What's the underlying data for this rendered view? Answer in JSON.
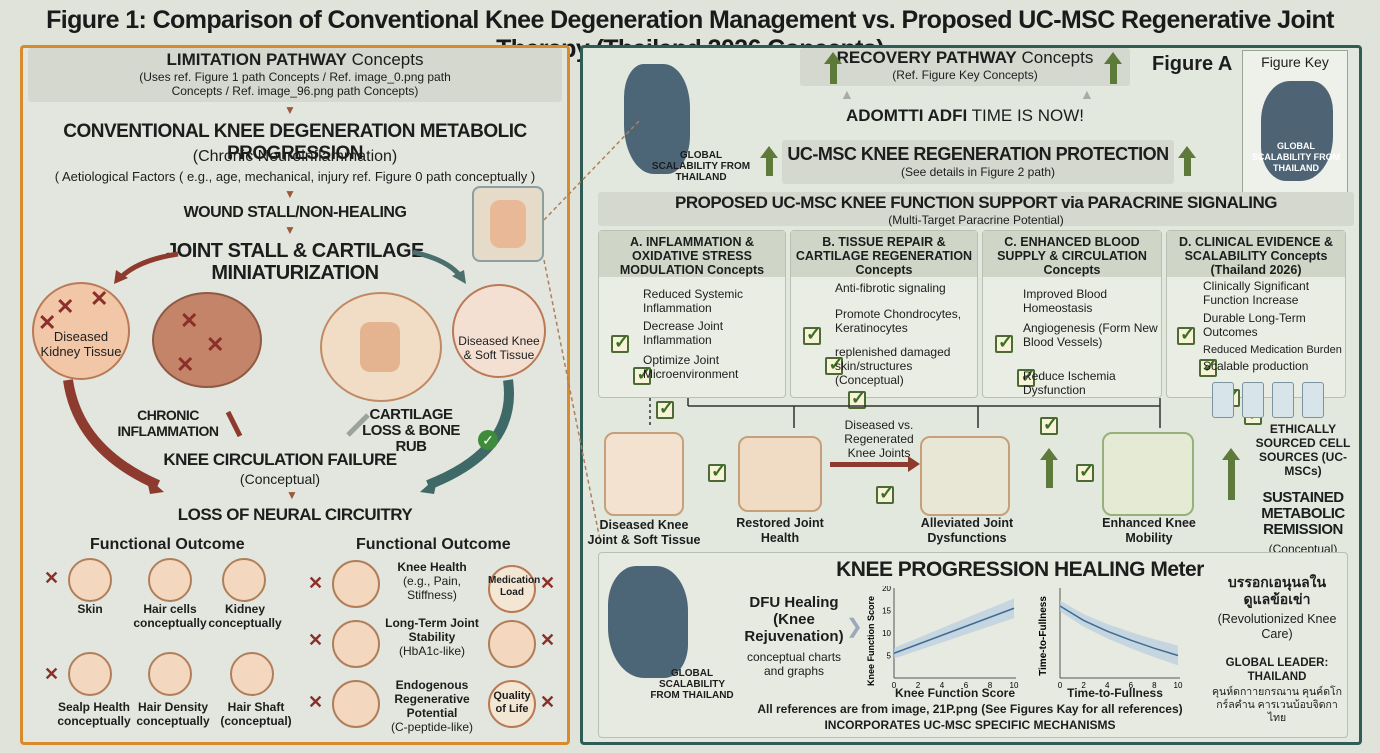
{
  "title": "Figure 1: Comparison of Conventional Knee Degeneration Management vs. Proposed UC-MSC Regenerative Joint Therapy (Thailand 2026 Concepts)",
  "left": {
    "limitation_title": "LIMITATION PATHWAY",
    "limitation_suffix": "Concepts",
    "limitation_sub": "(Uses ref. Figure 1 path Concepts / Ref. image_0.png path Concepts / Ref. image_96.png path Concepts)",
    "progression_title": "CONVENTIONAL KNEE DEGENERATION METABOLIC PROGRESSION",
    "progression_sub1": "(Chronic Neuroinflammation)",
    "progression_sub2": "( Aetiological Factors ( e.g., age, mechanical, injury ref. Figure 0 path conceptually )",
    "wound_stall": "WOUND STALL/NON-HEALING",
    "joint_stall": "JOINT STALL & CARTILAGE MINIATURIZATION",
    "diseased_kidney": "Diseased Kidney Tissue",
    "diseased_knee_soft": "Diseased Knee & Soft Tissue",
    "chronic_inflammation": "CHRONIC INFLAMMATION",
    "cartilage_loss": "CARTILAGE LOSS & BONE RUB",
    "circulation_failure": "KNEE CIRCULATION FAILURE",
    "circulation_conceptual": "(Conceptual)",
    "neural_loss": "LOSS OF NEURAL CIRCUITRY",
    "func_outcome_left": "Functional Outcome",
    "func_outcome_right": "Functional Outcome",
    "outcomes_left": [
      {
        "label": "Skin"
      },
      {
        "label": "Hair cells conceptually"
      },
      {
        "label": "Kidney conceptually"
      },
      {
        "label": "Sealp Health conceptually"
      },
      {
        "label": "Hair Density conceptually"
      },
      {
        "label": "Hair Shaft (conceptual)"
      }
    ],
    "outcomes_right": [
      {
        "title": "Knee Health",
        "sub": "(e.g., Pain, Stiffness)"
      },
      {
        "title": "Long-Term Joint Stability",
        "sub": "(HbA1c-like)"
      },
      {
        "title": "Endogenous Regenerative Potential",
        "sub": "(C-peptide-like)"
      }
    ],
    "medication_load": "Medication Load",
    "quality_of_life": "Quality of Life"
  },
  "right": {
    "recovery_title": "RECOVERY PATHWAY",
    "recovery_suffix": "Concepts",
    "recovery_sub": "(Ref. Figure Key Concepts)",
    "figure_a": "Figure A",
    "figure_key": "Figure Key",
    "adopt_bold": "ADOMTTI ADFI",
    "adopt_rest": "TIME IS NOW!",
    "protection_title": "UC-MSC KNEE REGENERATION PROTECTION",
    "protection_sub": "(See details in Figure 2 path)",
    "global_scalability": "GLOBAL SCALABILITY FROM THAILAND",
    "key_map_label": "GLOBAL SCALABILITY FROM THAILAND",
    "support_title": "PROPOSED UC-MSC KNEE FUNCTION SUPPORT via PARACRINE SIGNALING",
    "support_sub": "(Multi-Target Paracrine Potential)",
    "columns": [
      {
        "head": "A. INFLAMMATION & OXIDATIVE STRESS MODULATION Concepts",
        "items": [
          "Reduced Systemic Inflammation",
          "Decrease Joint Inflammation",
          "Optimize Joint Microenvironment"
        ]
      },
      {
        "head": "B. TISSUE REPAIR & CARTILAGE REGENERATION Concepts",
        "items": [
          "Anti-fibrotic signaling",
          "Promote Chondrocytes, Keratinocytes",
          "replenished damaged skin/structures (Conceptual)"
        ]
      },
      {
        "head": "C. ENHANCED BLOOD SUPPLY & CIRCULATION Concepts",
        "items": [
          "Improved Blood Homeostasis",
          "Angiogenesis (Form New Blood Vessels)",
          "Reduce Ischemia Dysfunction"
        ]
      },
      {
        "head": "D. CLINICAL EVIDENCE & SCALABILITY Concepts (Thailand 2026)",
        "items": [
          "Clinically Significant Function Increase",
          "Durable Long-Term Outcomes",
          "Reduced Medication Burden",
          "Scalable production"
        ]
      }
    ],
    "knee_labels": [
      "Diseased Knee Joint & Soft Tissue",
      "Restored Joint Health",
      "Alleviated Joint Dysfunctions",
      "Enhanced Knee Mobility"
    ],
    "diseased_vs": "Diseased vs. Regenerated Knee Joints",
    "ethical": "ETHICALLY SOURCED CELL SOURCES (UC-MSCs)",
    "sustained": "SUSTAINED METABOLIC REMISSION",
    "sustained_sub": "(Conceptual)",
    "meter_title": "KNEE PROGRESSION HEALING Meter",
    "dfu_title": "DFU Healing (Knee Rejuvenation)",
    "dfu_sub": "conceptual charts and graphs",
    "thai_title": "บรรอกเอนุนลใน ดูแลข้อเข่า",
    "revolutionized": "(Revolutionized Knee Care)",
    "global_leader": "GLOBAL LEADER: THAILAND",
    "thai_footer": "คุนห์ดกาายกรณาน คุนค์ดโกกร์ลคำน คารเวนบ้อบจิดกาไทย",
    "references": "All references are from image, 21P.png (See Figures Kay for all references)",
    "incorporates": "INCORPORATES UC-MSC SPECIFIC MECHANISMS"
  },
  "chart_data": [
    {
      "type": "line",
      "title": "",
      "xlabel": "Knee Function Score",
      "ylabel": "Knee Function Score",
      "x": [
        0,
        2,
        4,
        6,
        8,
        10
      ],
      "xticks": [
        0,
        2,
        4,
        6,
        8,
        10
      ],
      "yticks": [
        5,
        10,
        15,
        20
      ],
      "ylim": [
        0,
        20
      ],
      "series": [
        {
          "values": [
            5.5,
            7.5,
            9.5,
            11.5,
            13.5,
            15.5
          ]
        }
      ],
      "color": "#3f6c94"
    },
    {
      "type": "line",
      "title": "",
      "xlabel": "Time-to-Fullness",
      "ylabel": "Time-to-Fullness",
      "x": [
        0,
        2,
        4,
        6,
        8,
        10
      ],
      "xticks": [
        0,
        2,
        4,
        6,
        8,
        10
      ],
      "yticks": [],
      "ylim": [
        0,
        10
      ],
      "series": [
        {
          "values": [
            8,
            6.4,
            5.2,
            4.2,
            3.3,
            2.5
          ]
        }
      ],
      "color": "#3f6c94"
    }
  ]
}
